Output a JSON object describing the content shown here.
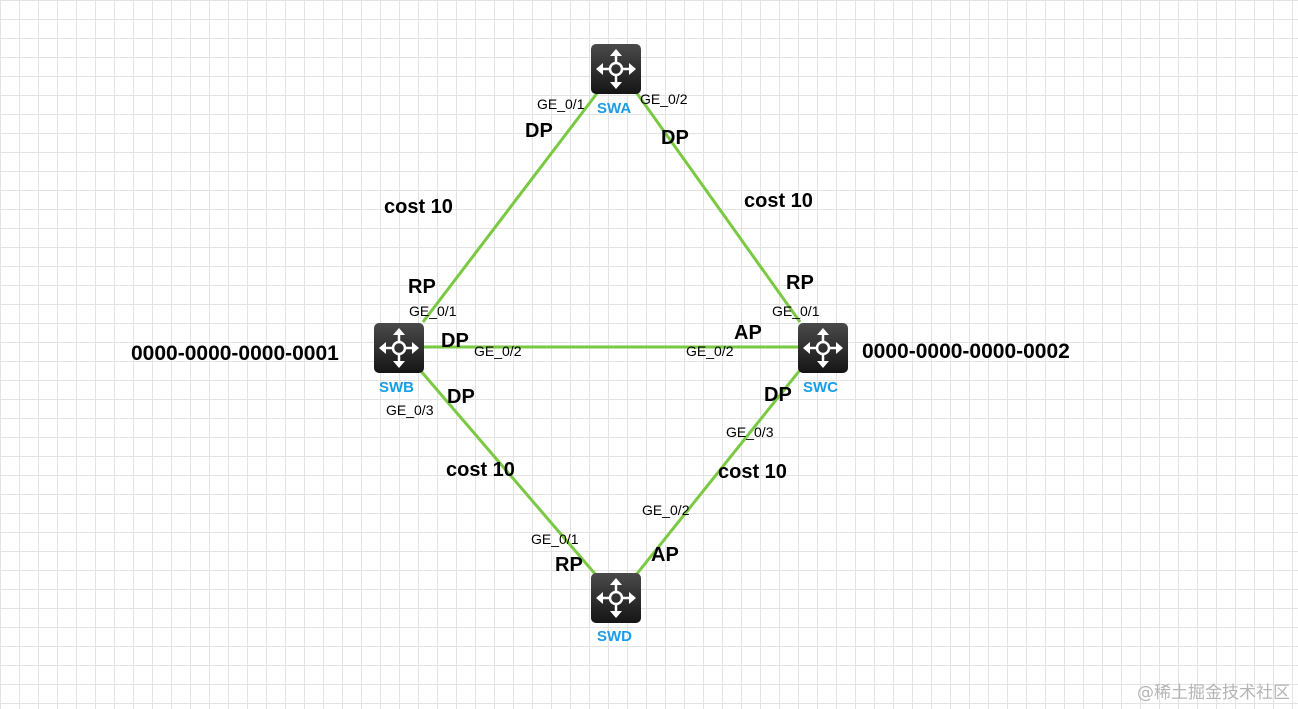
{
  "devices": {
    "swa": {
      "name": "SWA",
      "icon": "switch-icon"
    },
    "swb": {
      "name": "SWB",
      "icon": "switch-icon"
    },
    "swc": {
      "name": "SWC",
      "icon": "switch-icon"
    },
    "swd": {
      "name": "SWD",
      "icon": "switch-icon"
    }
  },
  "bridge_ids": {
    "swb": "0000-0000-0000-0001",
    "swc": "0000-0000-0000-0002"
  },
  "links": {
    "a_b": {
      "cost": "cost 10",
      "a_port": "GE_0/1",
      "a_role": "DP",
      "b_port": "GE_0/1",
      "b_role": "RP"
    },
    "a_c": {
      "cost": "cost 10",
      "a_port": "GE_0/2",
      "a_role": "DP",
      "c_port": "GE_0/1",
      "c_role": "RP"
    },
    "b_c": {
      "b_port": "GE_0/2",
      "b_role": "DP",
      "c_port": "GE_0/2",
      "c_role": "AP"
    },
    "b_d": {
      "cost": "cost 10",
      "b_port": "GE_0/3",
      "b_role": "DP",
      "d_port": "GE_0/1",
      "d_role": "RP"
    },
    "c_d": {
      "cost": "cost 10",
      "c_port": "GE_0/3",
      "c_role": "DP",
      "d_port": "GE_0/2",
      "d_role": "AP"
    }
  },
  "colors": {
    "link": "#7ac943",
    "device_label": "#1a9ce8",
    "device_body": "#2b2b2b"
  },
  "watermark": "@稀土掘金技术社区"
}
